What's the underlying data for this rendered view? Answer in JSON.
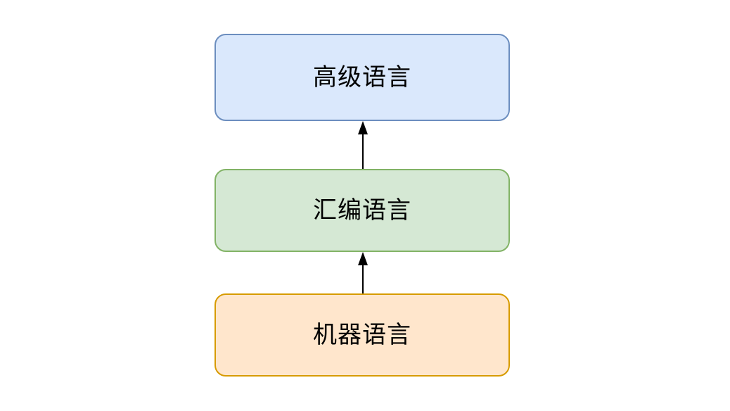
{
  "diagram": {
    "background_color": "#ffffff",
    "text_color": "#000000",
    "arrow_color": "#000000",
    "nodes": [
      {
        "id": "high-level-language",
        "label": "高级语言",
        "fill_color": "#dae8fc",
        "border_color": "#6c8ebf"
      },
      {
        "id": "assembly-language",
        "label": "汇编语言",
        "fill_color": "#d5e8d4",
        "border_color": "#82b366"
      },
      {
        "id": "machine-language",
        "label": "机器语言",
        "fill_color": "#ffe6cc",
        "border_color": "#d79b00"
      }
    ],
    "edges": [
      {
        "from": "assembly-language",
        "to": "high-level-language",
        "line_style": "solid",
        "arrowhead": "triangle-up"
      },
      {
        "from": "machine-language",
        "to": "assembly-language",
        "line_style": "solid",
        "arrowhead": "triangle-up"
      }
    ]
  }
}
